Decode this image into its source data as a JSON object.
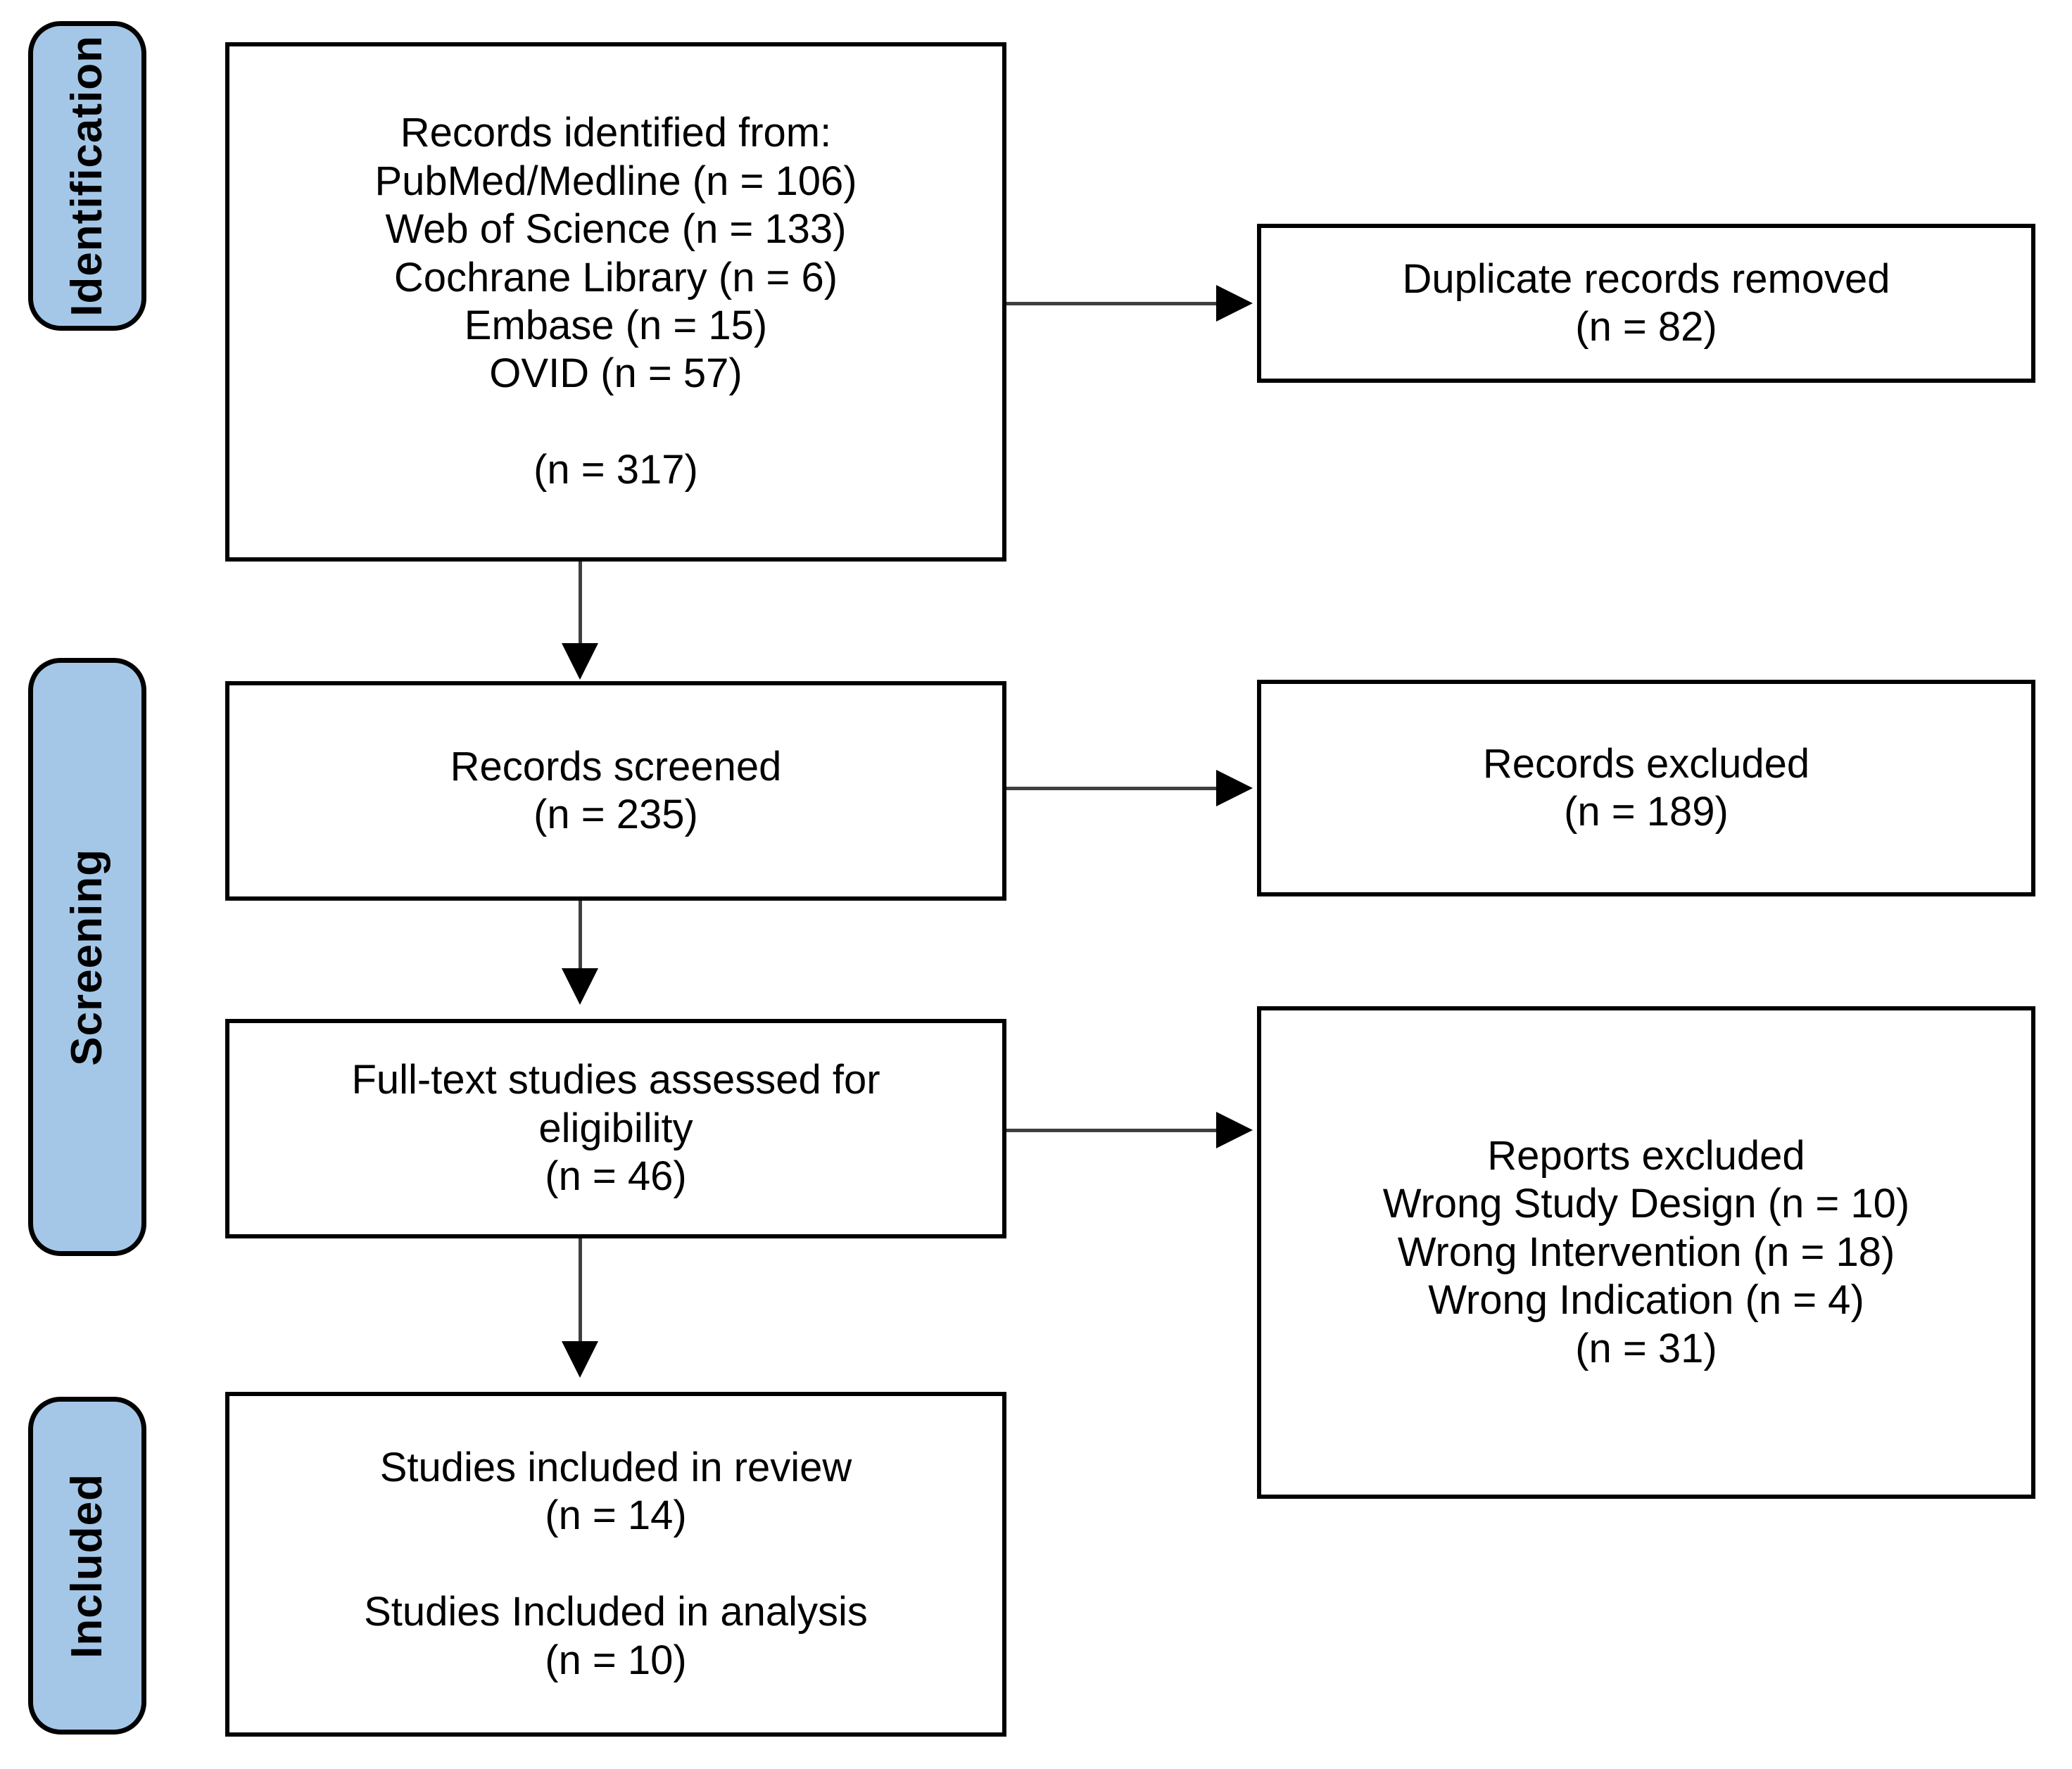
{
  "diagram": {
    "type": "prisma-flow-diagram",
    "accent_color": "#A4C7E7",
    "line_color": "#000000"
  },
  "phases": [
    {
      "id": "identification",
      "label": "Identification"
    },
    {
      "id": "screening",
      "label": "Screening"
    },
    {
      "id": "included",
      "label": "Included"
    }
  ],
  "boxes": {
    "records_identified": {
      "text": "Records identified from:\nPubMed/Medline (n = 106)\nWeb of Science (n = 133)\nCochrane Library (n = 6)\nEmbase (n = 15)\nOVID (n = 57)\n\n(n = 317)"
    },
    "duplicates_removed": {
      "text": "Duplicate records removed\n(n = 82)"
    },
    "records_screened": {
      "text": "Records screened\n(n = 235)"
    },
    "records_excluded": {
      "text": "Records excluded\n(n = 189)"
    },
    "fulltext_assessed": {
      "text": "Full-text studies assessed for\neligibility\n(n = 46)"
    },
    "reports_excluded": {
      "text": "Reports excluded\nWrong Study Design (n = 10)\nWrong Intervention (n = 18)\nWrong Indication (n = 4)\n(n = 31)"
    },
    "studies_included": {
      "text": "Studies included in review\n(n = 14)\n\nStudies Included in analysis\n(n = 10)"
    }
  },
  "chart_data": {
    "type": "table",
    "title": "PRISMA flow of study selection",
    "records_identified_by_source": {
      "PubMed/Medline": 106,
      "Web of Science": 133,
      "Cochrane Library": 6,
      "Embase": 15,
      "OVID": 57,
      "total": 317
    },
    "duplicate_records_removed": 82,
    "records_screened": 235,
    "records_excluded": 189,
    "full_text_assessed_for_eligibility": 46,
    "reports_excluded_reasons": {
      "Wrong Study Design": 10,
      "Wrong Intervention": 18,
      "Wrong Indication": 4,
      "total": 31
    },
    "studies_included_in_review": 14,
    "studies_included_in_analysis": 10
  }
}
